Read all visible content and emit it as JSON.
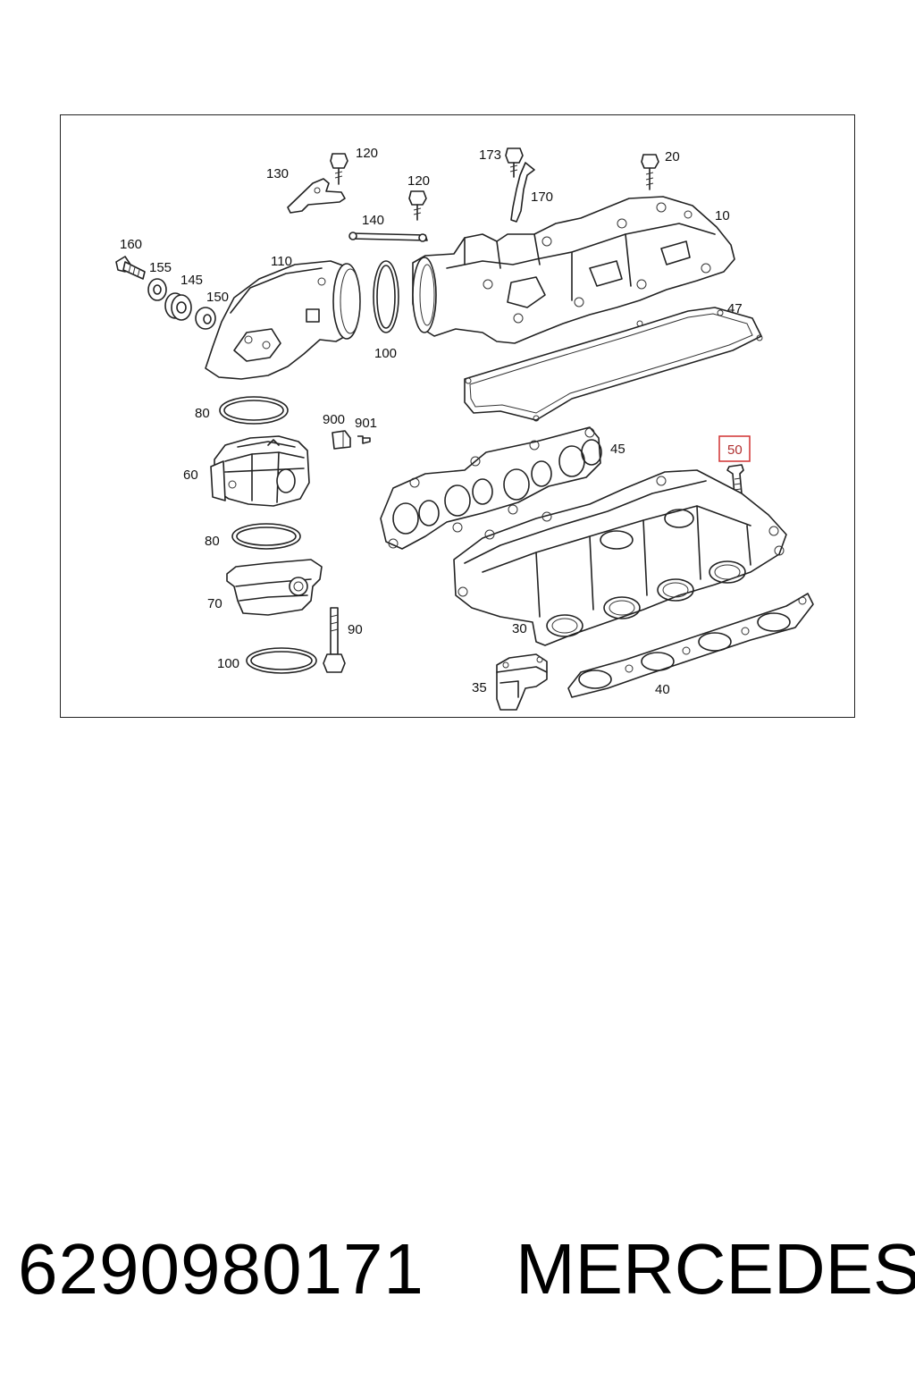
{
  "diagram": {
    "labels": {
      "p10": "10",
      "p20": "20",
      "p30": "30",
      "p35": "35",
      "p40": "40",
      "p45": "45",
      "p47": "47",
      "p50": "50",
      "p60": "60",
      "p70": "70",
      "p80a": "80",
      "p80b": "80",
      "p90": "90",
      "p100a": "100",
      "p100b": "100",
      "p110": "110",
      "p120a": "120",
      "p120b": "120",
      "p130": "130",
      "p140": "140",
      "p145": "145",
      "p150": "150",
      "p155": "155",
      "p160": "160",
      "p170": "170",
      "p173": "173",
      "p900": "900",
      "p901": "901"
    },
    "highlight_color": "#d03030"
  },
  "footer": {
    "part_number": "6290980171",
    "brand": "MERCEDES"
  }
}
